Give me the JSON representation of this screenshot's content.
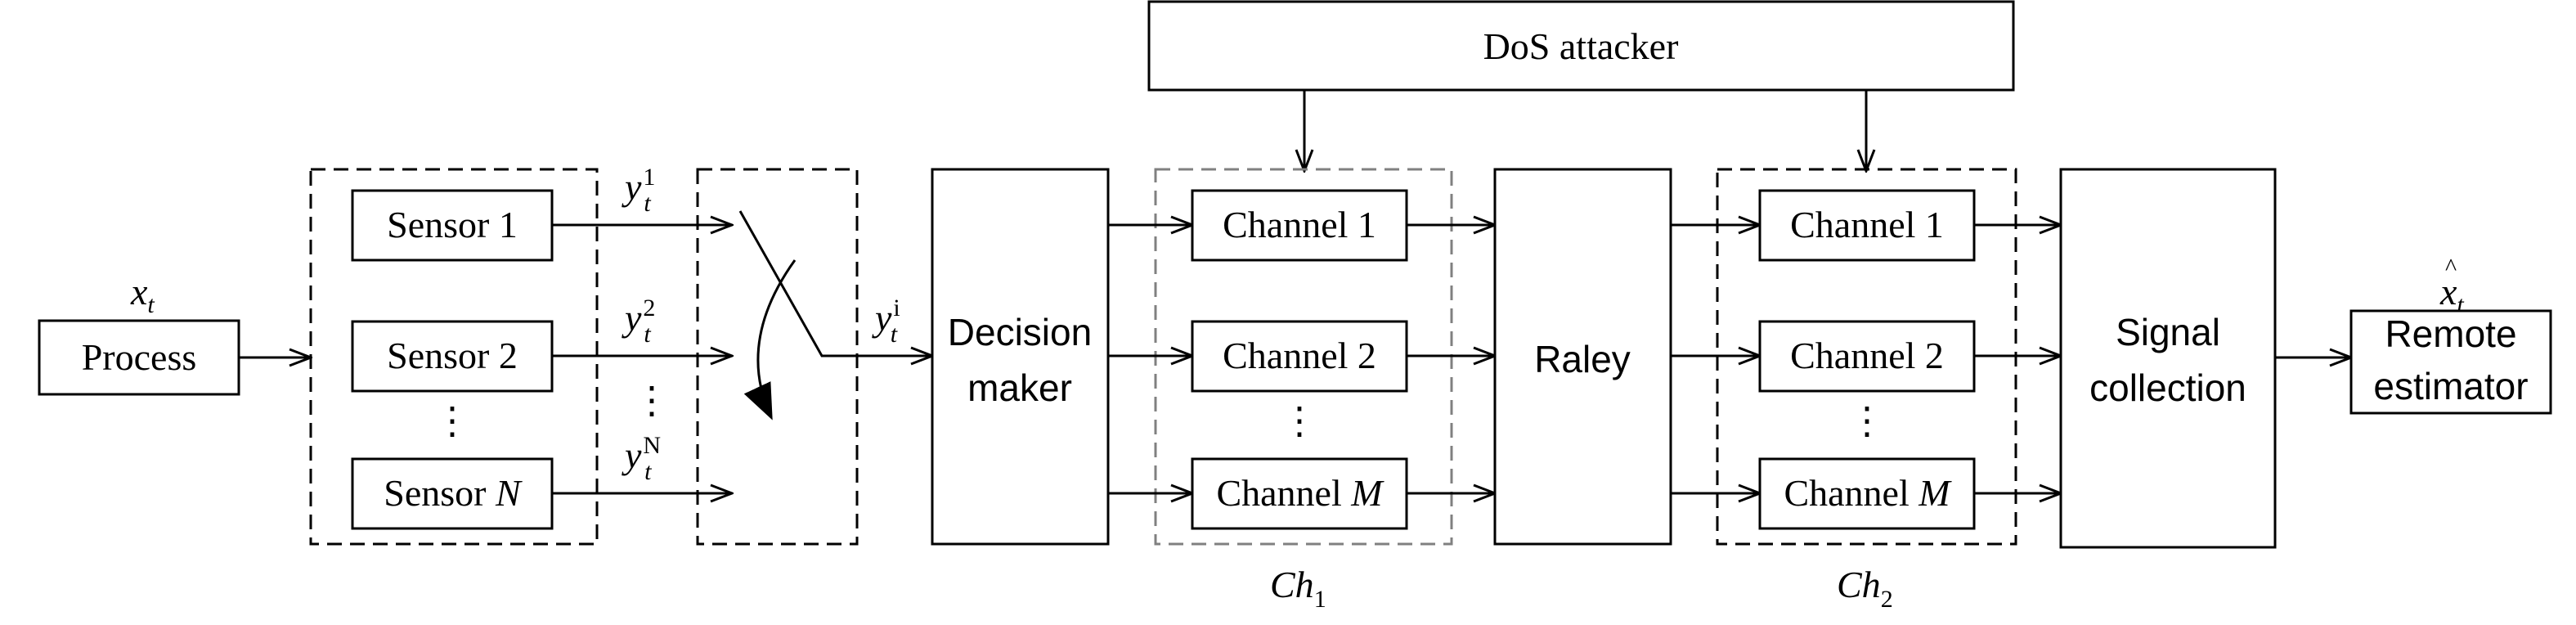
{
  "attacker": {
    "label": "DoS attacker"
  },
  "input": {
    "process_label": "Process",
    "state_symbol": "x",
    "state_subscript": "t"
  },
  "sensors": [
    {
      "prefix": "Sensor ",
      "index": "1"
    },
    {
      "prefix": "Sensor ",
      "index": "2"
    },
    {
      "prefix": "Sensor ",
      "index": "N"
    }
  ],
  "sensor_ellipsis": "⋮",
  "measurements": [
    {
      "symbol": "y",
      "subscript": "t",
      "superscript": "1"
    },
    {
      "symbol": "y",
      "subscript": "t",
      "superscript": "2"
    },
    {
      "symbol": "y",
      "subscript": "t",
      "superscript": "N"
    }
  ],
  "measurement_ellipsis": "⋮",
  "selected_measurement": {
    "symbol": "y",
    "subscript": "t",
    "superscript": "i"
  },
  "decision_maker": {
    "line1": "Decision",
    "line2": "maker"
  },
  "channel_group_1": {
    "channels": [
      {
        "prefix": "Channel ",
        "index": "1"
      },
      {
        "prefix": "Channel ",
        "index": "2"
      },
      {
        "prefix": "Channel ",
        "index": "M"
      }
    ],
    "ellipsis": "⋮",
    "label_symbol": "Ch",
    "label_subscript": "1"
  },
  "relay": {
    "label": "Raley"
  },
  "channel_group_2": {
    "channels": [
      {
        "prefix": "Channel ",
        "index": "1"
      },
      {
        "prefix": "Channel ",
        "index": "2"
      },
      {
        "prefix": "Channel ",
        "index": "M"
      }
    ],
    "ellipsis": "⋮",
    "label_symbol": "Ch",
    "label_subscript": "2"
  },
  "signal_collection": {
    "line1": "Signal",
    "line2": "collection"
  },
  "remote_estimator": {
    "line1": "Remote",
    "line2": "estimator",
    "estimate_symbol": "x",
    "estimate_hat": "^",
    "estimate_subscript": "t"
  },
  "colors": {
    "stroke": "#000000",
    "group1_border": "#808080",
    "background": "#ffffff"
  }
}
